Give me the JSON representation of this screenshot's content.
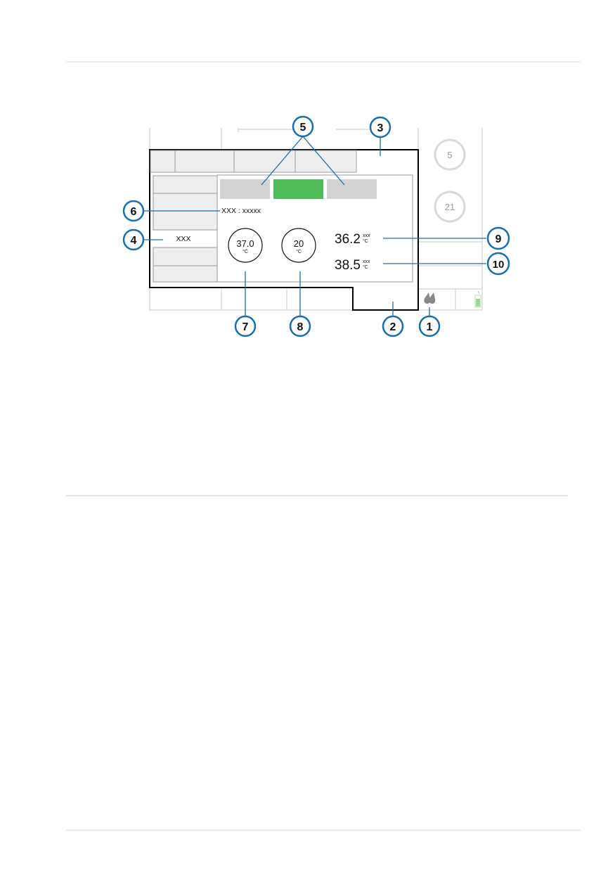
{
  "callouts": {
    "c1": "1",
    "c2": "2",
    "c3": "3",
    "c4": "4",
    "c5": "5",
    "c6": "6",
    "c7": "7",
    "c8": "8",
    "c9": "9",
    "c10": "10"
  },
  "screen": {
    "status_text": "XXX : xxxxx",
    "side_label": "XXX",
    "knob_top_value": "5",
    "knob_bottom_value": "21",
    "setpoint_temp": {
      "value": "37.0",
      "unit": "°C"
    },
    "setpoint_humidity": {
      "value": "20",
      "unit": "°C"
    },
    "measured_1": {
      "value": "36.2",
      "unit_top": "xxx",
      "unit_bottom": "°C"
    },
    "measured_2": {
      "value": "38.5",
      "unit_top": "xxx",
      "unit_bottom": "°C"
    }
  },
  "icons": {
    "droplets": "droplets-icon",
    "battery": "battery-icon"
  },
  "colors": {
    "active_tab": "#4cbb58",
    "inactive_tab": "#d3d3d3",
    "callout_ring": "#1a6ea8",
    "highlight_border": "#000000",
    "rule": "#d9d9d9"
  }
}
